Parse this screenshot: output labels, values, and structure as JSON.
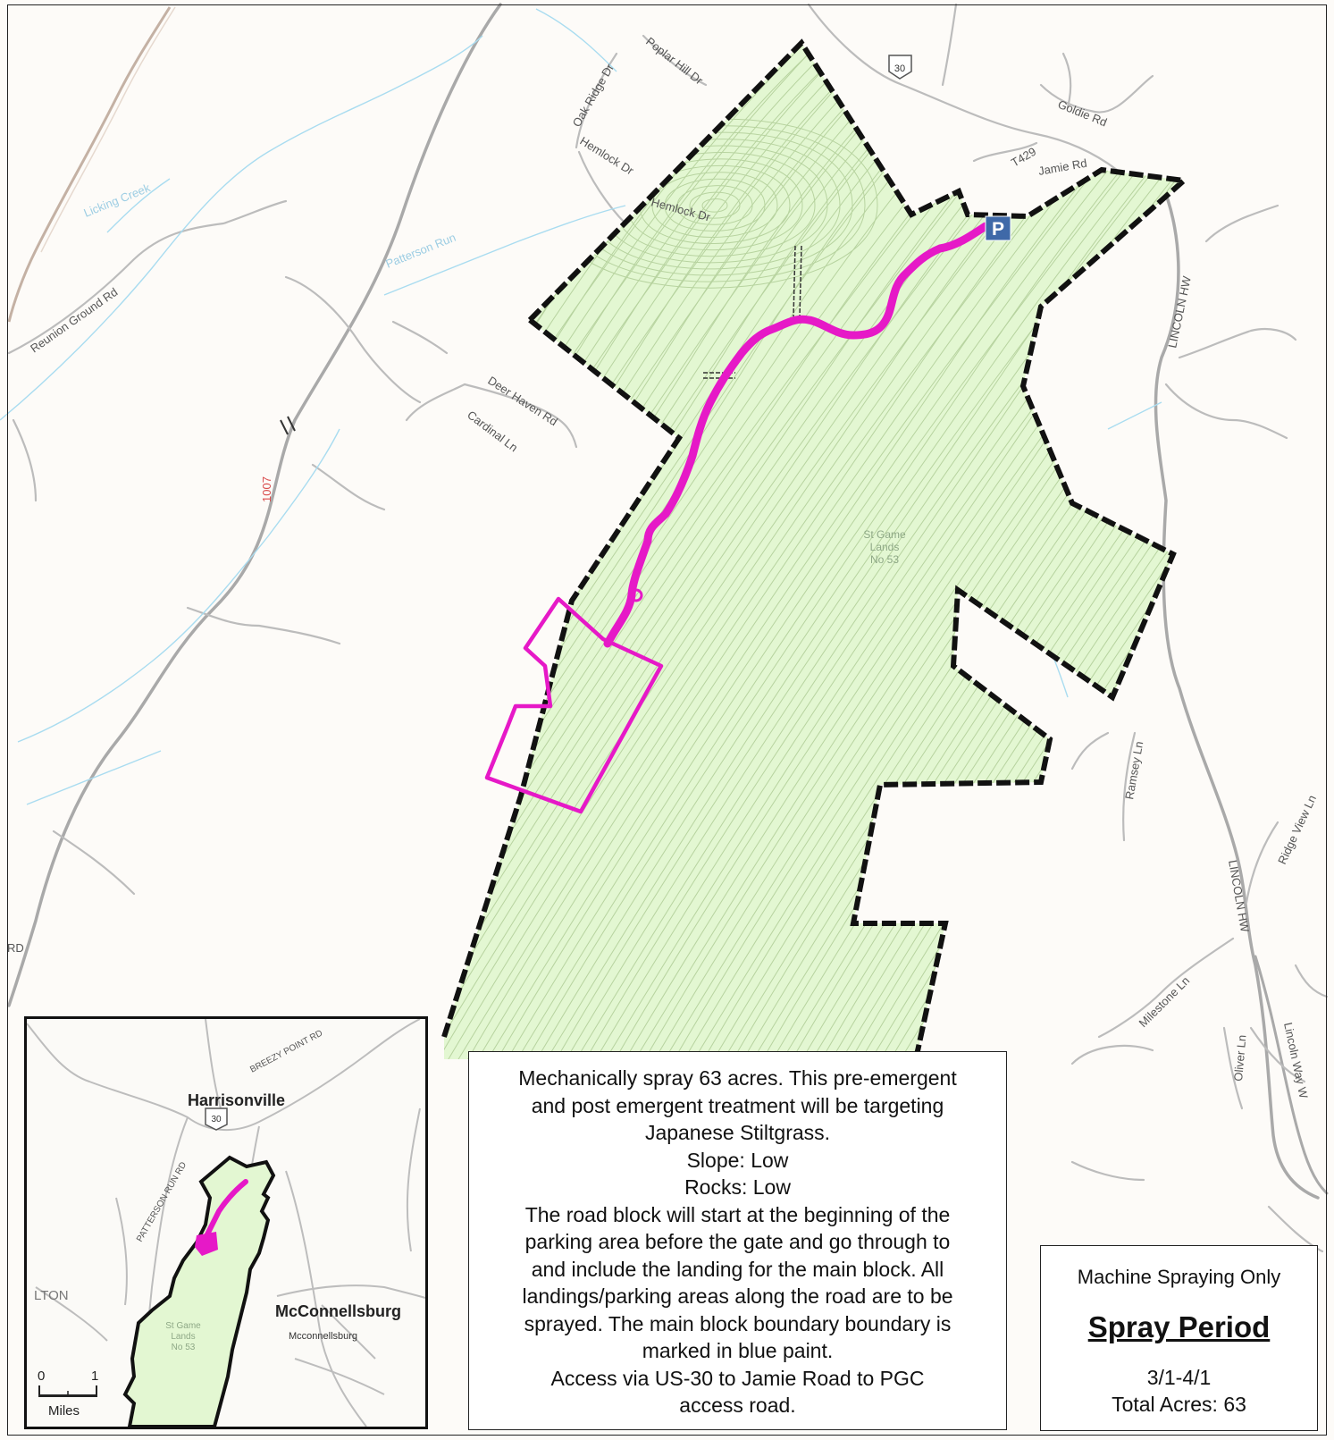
{
  "map_labels": {
    "roads": {
      "reunion_ground_rd": "Reunion Ground Rd",
      "oak_ridge_dr": "Oak Ridge Dr",
      "poplar_hill_dr": "Poplar Hill Dr",
      "hemlock_dr_1": "Hemlock Dr",
      "hemlock_dr_2": "Hemlock Dr",
      "goldie_rd": "Goldie Rd",
      "t429": "T429",
      "jamie_rd": "Jamie Rd",
      "deer_haven_rd": "Deer Haven Rd",
      "cardinal_ln": "Cardinal Ln",
      "lincoln_hw_1": "LINCOLN HW",
      "lincoln_hw_2": "LINCOLN HW",
      "ramsey_ln": "Ramsey Ln",
      "ridge_view_ln": "Ridge View Ln",
      "milestone_ln": "Milestone Ln",
      "oliver_ln": "Oliver Ln",
      "lincoln_way_w": "Lincoln Way W",
      "route_1007": "1007",
      "shield_30": "30",
      "edge_rd": "RD"
    },
    "water": {
      "licking_creek": "Licking Creek",
      "patterson_run": "Patterson Run"
    },
    "area": [
      "St Game",
      "Lands",
      "No 53"
    ],
    "parking_symbol": "P"
  },
  "inset": {
    "places": {
      "harrisonville": "Harrisonville",
      "mcconnellsburg": "McConnellsburg",
      "mcconnellsburg_small": "Mcconnellsburg",
      "alton_partial": "LTON"
    },
    "roads": {
      "breezy_point_rd": "BREEZY POINT RD",
      "patterson_run_rd": "PATTERSON RUN RD",
      "shield_30": "30"
    },
    "area": [
      "St Game",
      "Lands",
      "No 53"
    ],
    "scale": {
      "start": "0",
      "end": "1",
      "unit": "Miles"
    }
  },
  "notes": {
    "lines": [
      "Mechanically spray 63 acres. This pre-emergent",
      "and post emergent treatment will be targeting",
      "Japanese Stiltgrass.",
      "Slope: Low",
      "Rocks: Low",
      "The road block will start at the beginning of the",
      "parking area before the gate and go through to",
      "and include the landing for the main block.  All",
      "landings/parking areas along the road are to be",
      "sprayed.  The main block boundary boundary is",
      "marked in blue paint.",
      "Access via US-30 to Jamie Road to PGC",
      "access road."
    ]
  },
  "period_box": {
    "mode": "Machine Spraying Only",
    "title": "Spray Period",
    "dates": "3/1-4/1",
    "total": "Total Acres: 63"
  },
  "colors": {
    "game_lands_fill": "#e3f7d2",
    "contour": "#b7d39f",
    "boundary": "#111111",
    "spray_route": "#e619c7",
    "road_gray": "#b5b5b5",
    "stream": "#a9dcf0",
    "highway": "#c4b1a4",
    "parking": "#3f69a8"
  }
}
